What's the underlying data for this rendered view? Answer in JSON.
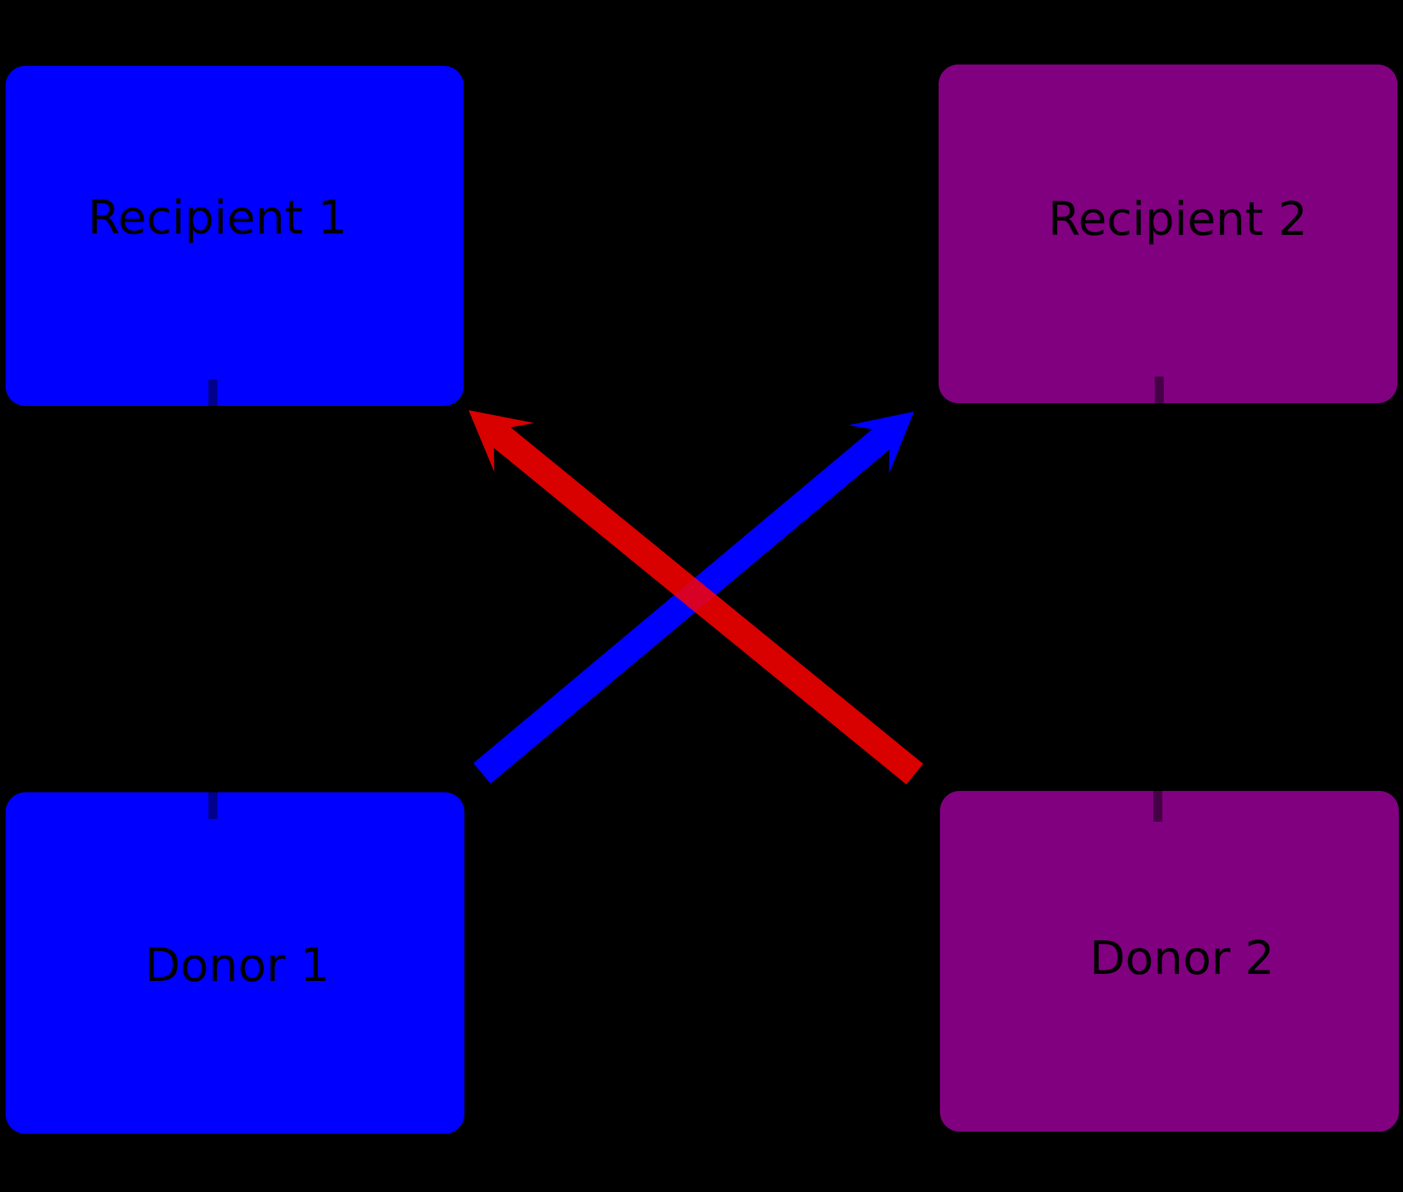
{
  "diagram": {
    "background_color": "#000000",
    "nodes": [
      {
        "id": "recipient-1",
        "label": "Recipient 1",
        "fill_color": "#0000ff",
        "label_color": "#000000"
      },
      {
        "id": "recipient-2",
        "label": "Recipient 2",
        "fill_color": "#800080",
        "label_color": "#000000"
      },
      {
        "id": "donor-1",
        "label": "Donor 1",
        "fill_color": "#0000ff",
        "label_color": "#000000"
      },
      {
        "id": "donor-2",
        "label": "Donor 2",
        "fill_color": "#800080",
        "label_color": "#000000"
      }
    ],
    "edges": [
      {
        "id": "donor1-to-recipient2",
        "from": "Donor 1",
        "to": "Recipient 2",
        "color": "#0000ff"
      },
      {
        "id": "donor2-to-recipient1",
        "from": "Donor 2",
        "to": "Recipient 1",
        "color": "#ff0000"
      }
    ]
  }
}
